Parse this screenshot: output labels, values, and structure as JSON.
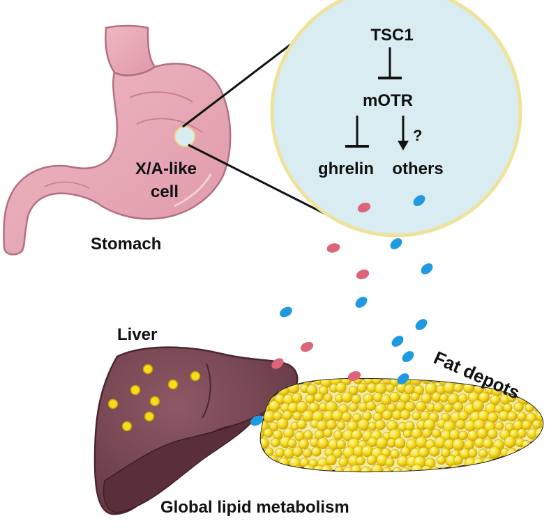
{
  "labels": {
    "cell_line1": "X/A-like",
    "cell_line2": "cell",
    "stomach": "Stomach",
    "liver": "Liver",
    "fat": "Fat depots",
    "bottom": "Global lipid metabolism"
  },
  "pathway": {
    "top": "TSC1",
    "middle": "mOTR",
    "left": "ghrelin",
    "right": "others",
    "question": "?"
  },
  "colors": {
    "stomach": "#e8a9b6",
    "circle_fill": "#d9ecf1",
    "circle_border": "#efe29a",
    "ghrelin_particle": "#dd6479",
    "other_particle": "#1f9ae0",
    "liver": "#7e4d58",
    "fat": "#f1eb9d",
    "lipid": "#f6dd18"
  }
}
